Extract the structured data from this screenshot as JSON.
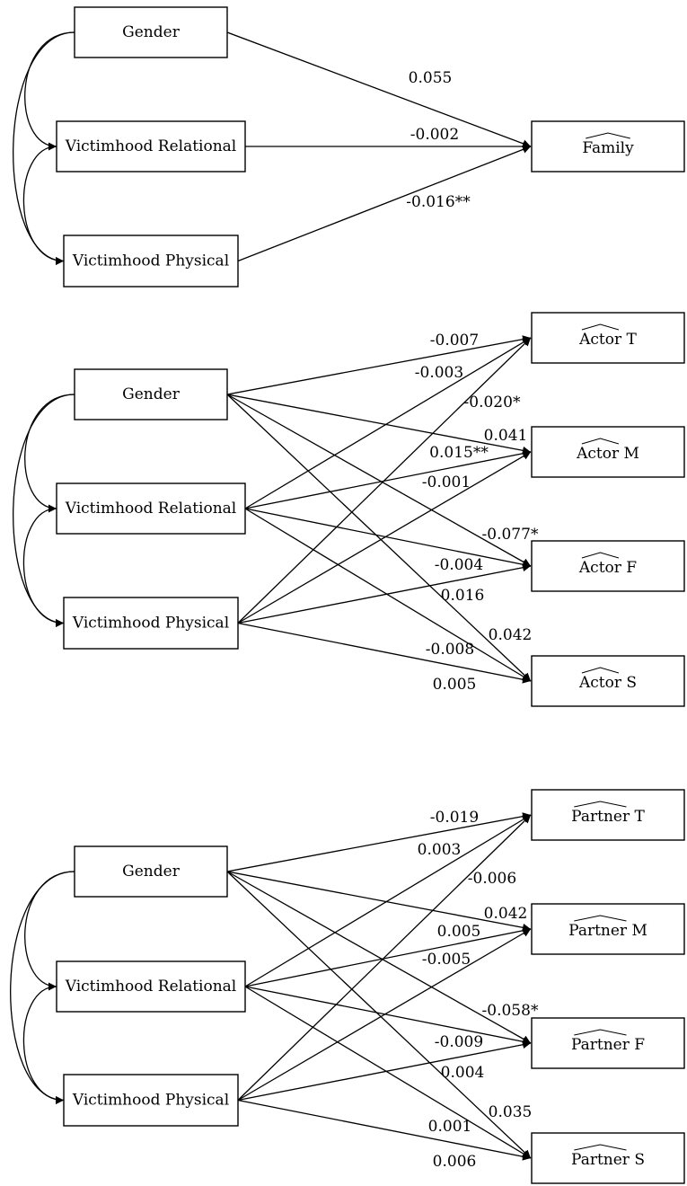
{
  "panels": [
    {
      "id": "family",
      "predictors": [
        "Gender",
        "Victimhood Relational",
        "Victimhood Physical"
      ],
      "outcomes": [
        "Family"
      ],
      "paths": [
        {
          "from": 0,
          "to": 0,
          "coef": "0.055"
        },
        {
          "from": 1,
          "to": 0,
          "coef": "-0.002"
        },
        {
          "from": 2,
          "to": 0,
          "coef": "-0.016**"
        }
      ]
    },
    {
      "id": "actor",
      "predictors": [
        "Gender",
        "Victimhood Relational",
        "Victimhood Physical"
      ],
      "outcomes": [
        "Actor T",
        "Actor M",
        "Actor F",
        "Actor S"
      ],
      "paths": [
        {
          "from": 0,
          "to": 0,
          "coef": "-0.007"
        },
        {
          "from": 1,
          "to": 0,
          "coef": "-0.003"
        },
        {
          "from": 2,
          "to": 0,
          "coef": "-0.020*"
        },
        {
          "from": 0,
          "to": 1,
          "coef": "0.041"
        },
        {
          "from": 1,
          "to": 1,
          "coef": "0.015**"
        },
        {
          "from": 2,
          "to": 1,
          "coef": "-0.001"
        },
        {
          "from": 0,
          "to": 2,
          "coef": "-0.077*"
        },
        {
          "from": 1,
          "to": 2,
          "coef": "-0.004"
        },
        {
          "from": 2,
          "to": 2,
          "coef": "0.016"
        },
        {
          "from": 0,
          "to": 3,
          "coef": "0.042"
        },
        {
          "from": 1,
          "to": 3,
          "coef": "-0.008"
        },
        {
          "from": 2,
          "to": 3,
          "coef": "0.005"
        }
      ]
    },
    {
      "id": "partner",
      "predictors": [
        "Gender",
        "Victimhood Relational",
        "Victimhood Physical"
      ],
      "outcomes": [
        "Partner T",
        "Partner M",
        "Partner F",
        "Partner S"
      ],
      "paths": [
        {
          "from": 0,
          "to": 0,
          "coef": "-0.019"
        },
        {
          "from": 1,
          "to": 0,
          "coef": "0.003"
        },
        {
          "from": 2,
          "to": 0,
          "coef": "-0.006"
        },
        {
          "from": 0,
          "to": 1,
          "coef": "0.042"
        },
        {
          "from": 1,
          "to": 1,
          "coef": "0.005"
        },
        {
          "from": 2,
          "to": 1,
          "coef": "-0.005"
        },
        {
          "from": 0,
          "to": 2,
          "coef": "-0.058*"
        },
        {
          "from": 1,
          "to": 2,
          "coef": "-0.009"
        },
        {
          "from": 2,
          "to": 2,
          "coef": "0.004"
        },
        {
          "from": 0,
          "to": 3,
          "coef": "0.035"
        },
        {
          "from": 1,
          "to": 3,
          "coef": "0.001"
        },
        {
          "from": 2,
          "to": 3,
          "coef": "0.006"
        }
      ]
    }
  ]
}
